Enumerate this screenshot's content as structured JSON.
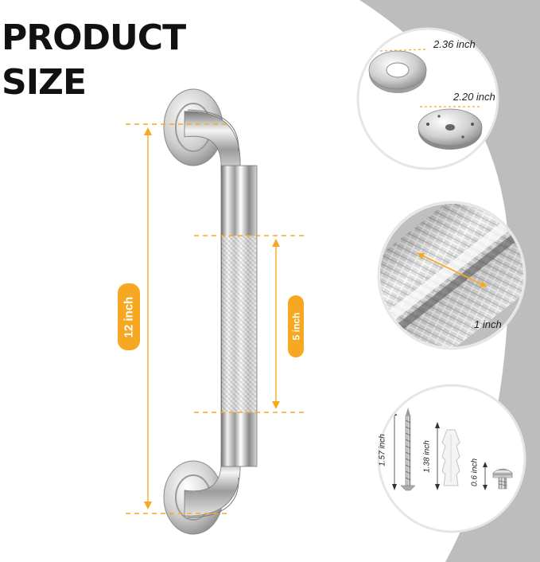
{
  "title": {
    "line1": "PRODUCT",
    "line2": "SIZE"
  },
  "dimensions": {
    "length": "12 inch",
    "grip_length": "5 inch",
    "flange_outer": "2.36 inch",
    "flange_inner": "2.20 inch",
    "diameter": "1 inch",
    "screw_long": "1.57 inch",
    "anchor": "1.38 inch",
    "screw_short": "0.6 inch"
  },
  "colors": {
    "accent": "#f7a823",
    "backdrop": "#bdbdbd",
    "chrome": "#c8c8c8"
  }
}
